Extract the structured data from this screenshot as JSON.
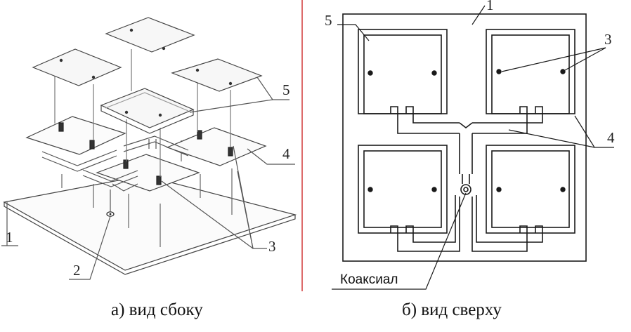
{
  "side_view": {
    "caption": "а) вид сбоку",
    "labels": {
      "l1": "1",
      "l2": "2",
      "l3": "3",
      "l4": "4",
      "l5": "5"
    }
  },
  "top_view": {
    "caption": "б) вид сверху",
    "labels": {
      "l1": "1",
      "l3": "3",
      "l4": "4",
      "l5": "5",
      "coax": "Коаксиал"
    }
  },
  "colors": {
    "line": "#1a1a1a",
    "divider": "#d23c3c",
    "plate": "#f7f7f7"
  }
}
